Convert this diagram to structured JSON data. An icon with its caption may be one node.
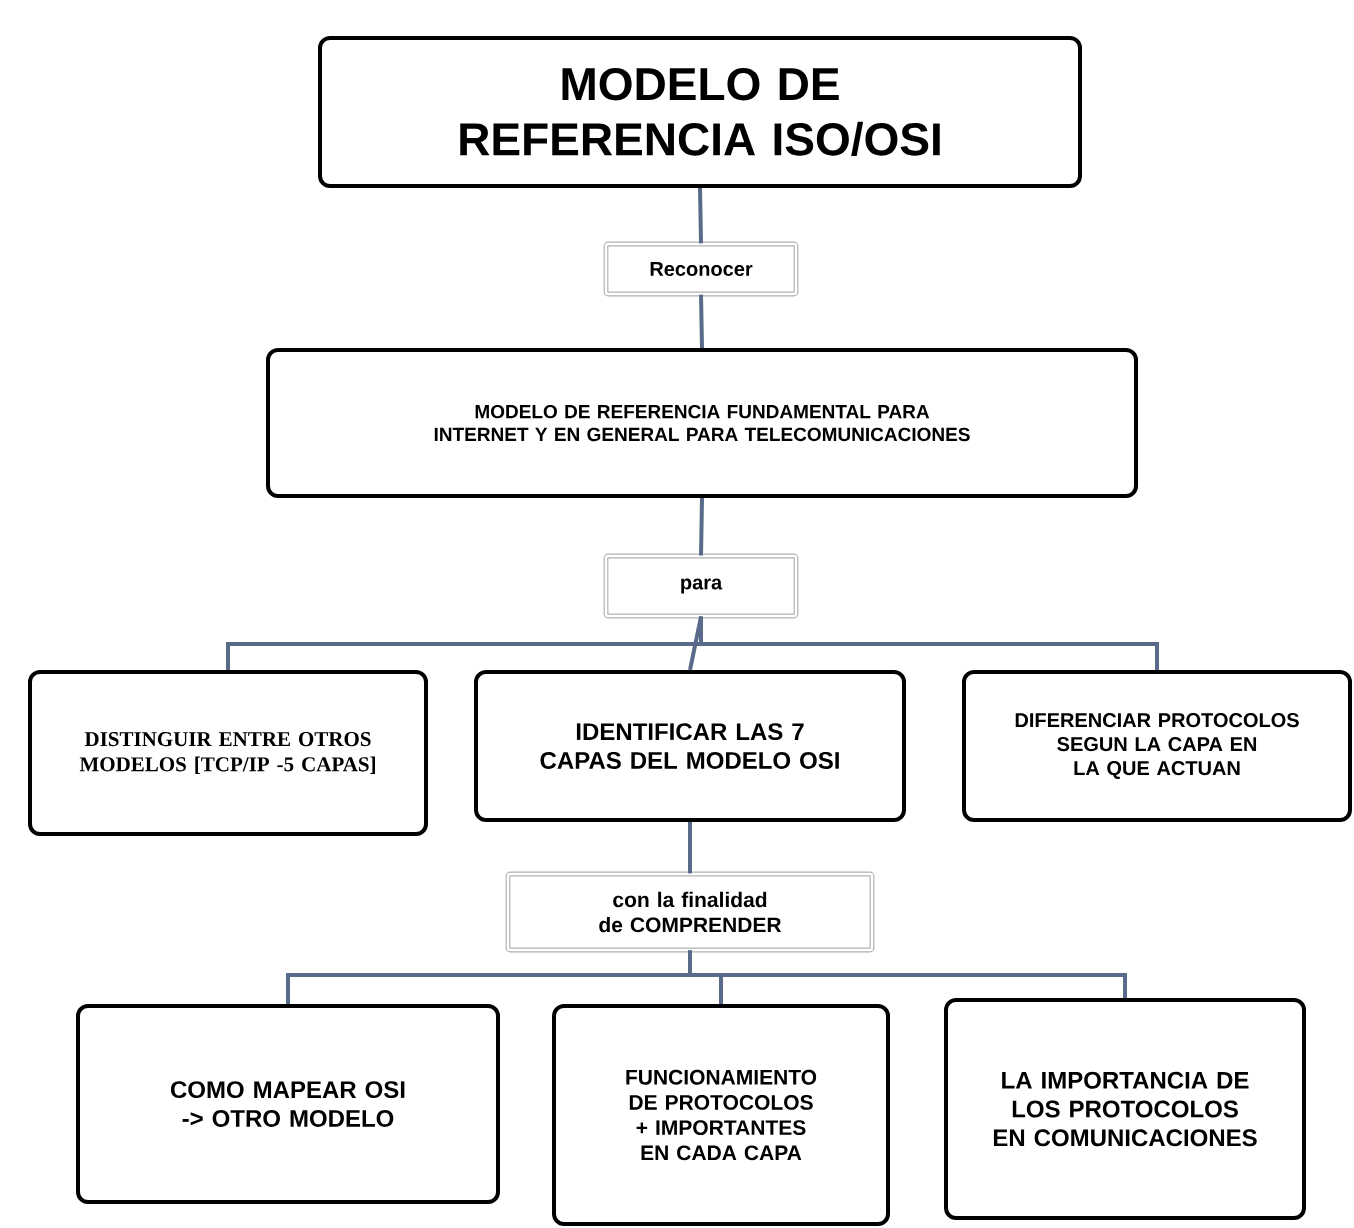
{
  "diagram": {
    "nodes": [
      {
        "text": [
          "MODELO DE REFERENCIA ISO/OSI"
        ]
      },
      {
        "text": [
          "Reconocer"
        ]
      },
      {
        "text": [
          "MODELO DE REFERENCIA FUNDAMENTAL PARA INTERNET Y EN GENERAL PARA TELECOMUNICACIONES"
        ]
      },
      {
        "text": [
          "para"
        ]
      },
      {
        "text": [
          "DISTINGUIR ENTRE OTROS MODELOS [TCP/IP -5 CAPAS]"
        ]
      },
      {
        "text": [
          "IDENTIFICAR LAS 7 CAPAS DEL MODELO OSI"
        ]
      },
      {
        "text": [
          "DIFERENCIAR PROTOCOLOS SEGUN LA CAPA EN LA QUE ACTUAN"
        ]
      },
      {
        "text": [
          "con la finalidad de COMPRENDER"
        ]
      },
      {
        "text": [
          "COMO MAPEAR OSI -> OTRO MODELO"
        ]
      },
      {
        "text": [
          "FUNCIONAMIENTO DE PROTOCOLOS + IMPORTANTES EN CADA CAPA"
        ]
      },
      {
        "text": [
          "LA IMPORTANCIA DE LOS PROTOCOLOS EN COMUNICACIONES"
        ]
      }
    ],
    "edges": [
      {
        "from": 0,
        "to": 1,
        "arrow": "none"
      },
      {
        "from": 1,
        "to": 2,
        "arrow": "none"
      },
      {
        "from": 2,
        "to": 3,
        "arrow": "none"
      },
      {
        "from": 3,
        "to": 4,
        "arrow": "none"
      },
      {
        "from": 3,
        "to": 5,
        "arrow": "none"
      },
      {
        "from": 3,
        "to": 6,
        "arrow": "none"
      },
      {
        "from": 5,
        "to": 7,
        "arrow": "none"
      },
      {
        "from": 7,
        "to": 8,
        "arrow": "none"
      },
      {
        "from": 7,
        "to": 9,
        "arrow": "none"
      },
      {
        "from": 7,
        "to": 10,
        "arrow": "none"
      }
    ]
  }
}
